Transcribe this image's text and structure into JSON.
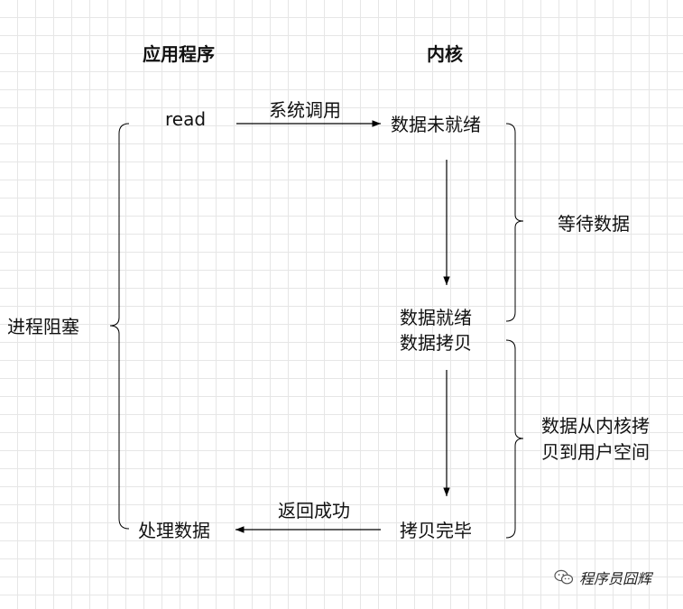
{
  "headers": {
    "app": "应用程序",
    "kernel": "内核"
  },
  "nodes": {
    "read": "read",
    "not_ready": "数据未就绪",
    "ready": "数据就绪",
    "copy": "数据拷贝",
    "copy_done": "拷贝完毕",
    "process": "处理数据"
  },
  "edges": {
    "syscall": "系统调用",
    "return_ok": "返回成功"
  },
  "braces": {
    "blocked": "进程阻塞",
    "wait": "等待数据",
    "copy_line1": "数据从内核拷",
    "copy_line2": "贝到用户空间"
  },
  "watermark": {
    "icon": "wechat-icon",
    "text": "程序员囧辉"
  }
}
